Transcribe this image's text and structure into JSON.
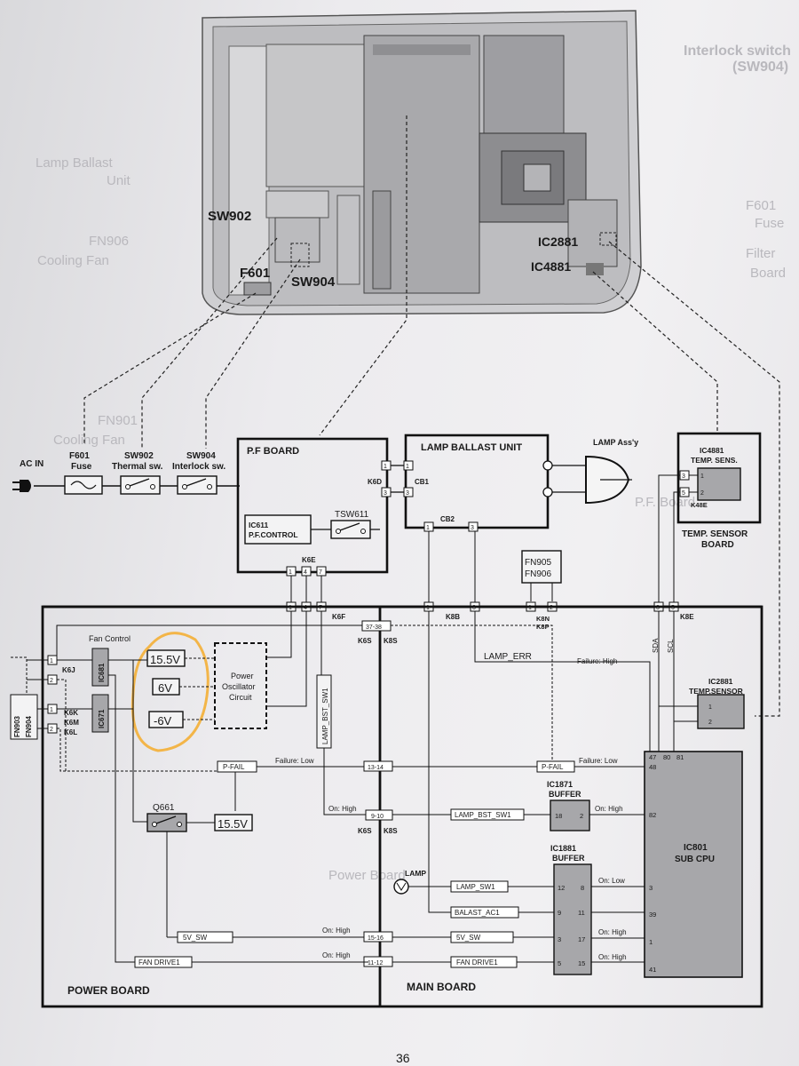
{
  "colors": {
    "ink": "#1a1a1a",
    "chip": "#a7a7aa",
    "highlight": "#f3b548",
    "photo_shell": "#cdcdd0"
  },
  "page_number": "36",
  "photo": {
    "SW902": "SW902",
    "SW904": "SW904",
    "F601": "F601",
    "IC2881": "IC2881",
    "IC4881": "IC4881"
  },
  "background_ghost": {
    "lamp_ballast": "Lamp Ballast",
    "unit": "Unit",
    "fn906": "FN906",
    "cooling_fan": "Cooling Fan",
    "fn901": "FN901",
    "cooling_fan2": "Cooling Fan",
    "f601": "F601",
    "fuse": "Fuse",
    "filter": "Filter",
    "board": "Board",
    "interlock": "Interlock switch",
    "sw904": "(SW904)",
    "pf_board": "P.F. Board",
    "power_board": "Power Board"
  },
  "ac_in": "AC IN",
  "chain": [
    {
      "ref": "F601",
      "desc": "Fuse"
    },
    {
      "ref": "SW902",
      "desc": "Thermal sw."
    },
    {
      "ref": "SW904",
      "desc": "Interlock sw."
    }
  ],
  "pf_board": {
    "title": "P.F BOARD",
    "ic": "IC611",
    "ic_desc": "P.F.CONTROL",
    "tsw": "TSW611",
    "k6d": "K6D",
    "k6e": "K6E"
  },
  "lamp_ballast": {
    "title": "LAMP BALLAST UNIT",
    "cb1": "CB1",
    "cb2": "CB2"
  },
  "lamp_assy": "LAMP Ass'y",
  "temp_sensor_board": {
    "ic": "IC4881",
    "ic_desc": "TEMP. SENS.",
    "conn": "K48E",
    "title1": "TEMP. SENSOR",
    "title2": "BOARD"
  },
  "fans": {
    "fn905": "FN905",
    "fn906": "FN906",
    "fn903": "FN903",
    "fn904": "FN904"
  },
  "pins": {
    "p1": "1",
    "p2": "2",
    "p3": "3",
    "p4": "4",
    "p5": "5",
    "p7": "7",
    "p8": "8",
    "p9": "9",
    "p11": "11",
    "p12": "12",
    "p15": "15",
    "p17": "17",
    "p18": "18",
    "p39": "39",
    "p41": "41",
    "p47": "47",
    "p48": "48",
    "p80": "80",
    "p81": "81",
    "p82": "82",
    "p3737": "37-38",
    "p1314": "13-14",
    "p910": "9-10",
    "p1516": "15-16",
    "p1112": "11-12"
  },
  "conn_labels": {
    "k6f": "K6F",
    "k8b": "K8B",
    "k8n": "K8N",
    "k8p": "K8P",
    "k8e": "K8E",
    "k6s": "K6S",
    "k8s": "K8S",
    "k6j": "K6J",
    "k6k": "K6K",
    "k6m": "K6M",
    "k6l": "K6L"
  },
  "power_board": {
    "title": "POWER BOARD",
    "fan_control": "Fan Control",
    "ic681": "IC681",
    "ic671": "IC671",
    "v155": "15.5V",
    "v6": "6V",
    "vm6": "-6V",
    "osc1": "Power",
    "osc2": "Oscillator",
    "osc3": "Circuit",
    "q661": "Q661",
    "pfail": "P-FAIL",
    "lamp_bst": "LAMP_BST_SW1"
  },
  "main_board": {
    "title": "MAIN BOARD",
    "sda": "SDA",
    "scl": "SCL",
    "lamp_err": "LAMP_ERR",
    "ic2881": "IC2881",
    "ic2881_desc": "TEMP.SENSOR",
    "ic1871": "IC1871",
    "ic1881": "IC1881",
    "buffer": "BUFFER",
    "ic801": "IC801",
    "ic801_desc": "SUB CPU",
    "lamp": "LAMP"
  },
  "signals": {
    "failure_high": "Failure: High",
    "failure_low": "Failure: Low",
    "on_high": "On: High",
    "on_low": "On: Low",
    "pfail": "P-FAIL",
    "lamp_bst": "LAMP_BST_SW1",
    "lamp_sw": "LAMP_SW1",
    "balast": "BALAST_AC1",
    "v5sw": "5V_SW",
    "fan_drive": "FAN DRIVE1"
  }
}
